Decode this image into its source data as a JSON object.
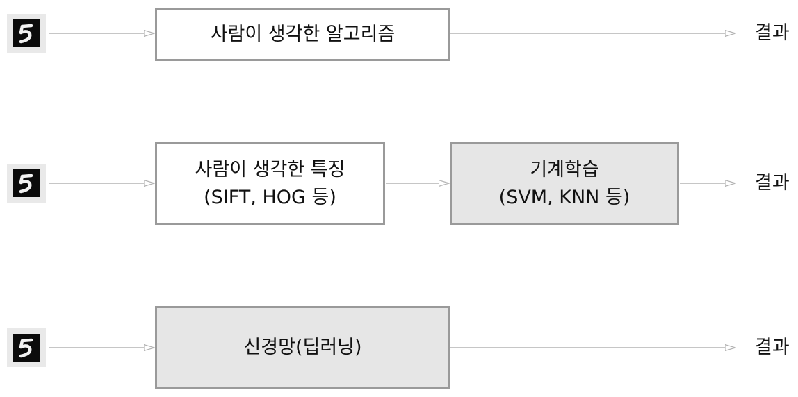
{
  "colors": {
    "box_border": "#9a9a9a",
    "shaded_fill": "#e6e6e6",
    "arrow": "#b3b3b3",
    "thumb_bg": "#e9e9e9",
    "digit_bg": "#0b0b0b"
  },
  "rows": [
    {
      "input_image": "handwritten-digit-5",
      "boxes": [
        {
          "lines": [
            "사람이 생각한 알고리즘"
          ],
          "shaded": false
        }
      ],
      "result": "결과"
    },
    {
      "input_image": "handwritten-digit-5",
      "boxes": [
        {
          "lines": [
            "사람이 생각한 특징",
            "(SIFT, HOG 등)"
          ],
          "shaded": false
        },
        {
          "lines": [
            "기계학습",
            "(SVM, KNN 등)"
          ],
          "shaded": true
        }
      ],
      "result": "결과"
    },
    {
      "input_image": "handwritten-digit-5",
      "boxes": [
        {
          "lines": [
            "신경망(딥러닝)"
          ],
          "shaded": true
        }
      ],
      "result": "결과"
    }
  ]
}
